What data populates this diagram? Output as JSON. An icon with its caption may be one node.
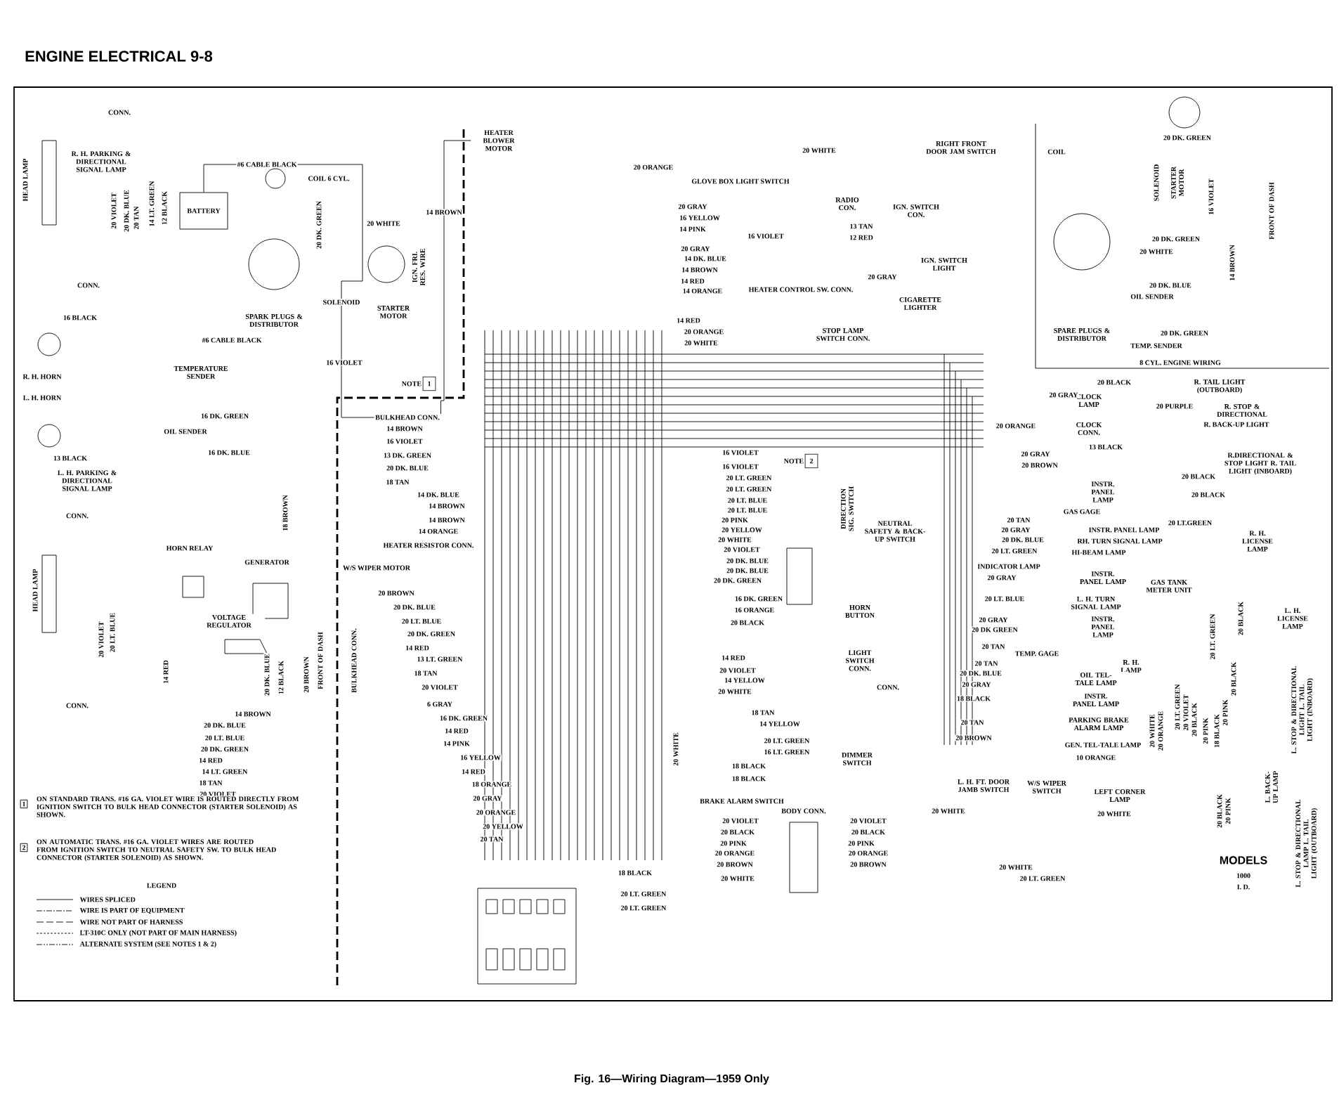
{
  "diagram": {
    "title": "ENGINE ELECTRICAL 9-8",
    "caption": "Fig. 16—Wiring Diagram—1959 Only",
    "nodes": [
      {
        "text": [
          "HEAD LAMP"
        ]
      },
      {
        "text": [
          "CONN."
        ]
      },
      {
        "text": [
          "R. H. PARKING & DIRECTIONAL SIGNAL LAMP"
        ]
      },
      {
        "text": [
          "CONN."
        ]
      },
      {
        "text": [
          "R. H. HORN"
        ]
      },
      {
        "text": [
          "L. H. HORN"
        ]
      },
      {
        "text": [
          "L. H. PARKING & DIRECTIONAL SIGNAL LAMP"
        ]
      },
      {
        "text": [
          "CONN."
        ]
      },
      {
        "text": [
          "BATTERY"
        ]
      },
      {
        "text": [
          "COIL 6 CYL."
        ]
      },
      {
        "text": [
          "SPARK PLUGS & DISTRIBUTOR"
        ]
      },
      {
        "text": [
          "SOLENOID"
        ]
      },
      {
        "text": [
          "STARTER MOTOR"
        ]
      },
      {
        "text": [
          "IGN. FRI. RES. WIRE"
        ]
      },
      {
        "text": [
          "HEATER BLOWER MOTOR"
        ]
      },
      {
        "text": [
          "TEMPERATURE SENDER"
        ]
      },
      {
        "text": [
          "OIL SENDER"
        ]
      },
      {
        "text": [
          "BULKHEAD CONN."
        ]
      },
      {
        "text": [
          "NOTE",
          "1"
        ]
      },
      {
        "text": [
          "HEATER RESISTOR CONN."
        ]
      },
      {
        "text": [
          "W/S WIPER MOTOR"
        ]
      },
      {
        "text": [
          "HORN RELAY"
        ]
      },
      {
        "text": [
          "GENERATOR"
        ]
      },
      {
        "text": [
          "VOLTAGE REGULATOR"
        ]
      },
      {
        "text": [
          "HEAD LAMP"
        ]
      },
      {
        "text": [
          "CONN."
        ]
      },
      {
        "text": [
          "FRONT OF DASH"
        ]
      },
      {
        "text": [
          "BULKHEAD CONN."
        ]
      },
      {
        "text": [
          "GLOVE BOX LIGHT SWITCH"
        ]
      },
      {
        "text": [
          "RIGHT FRONT DOOR JAM SWITCH"
        ]
      },
      {
        "text": [
          "RADIO CON."
        ]
      },
      {
        "text": [
          "IGN. SWITCH CON."
        ]
      },
      {
        "text": [
          "IGN. SWITCH LIGHT"
        ]
      },
      {
        "text": [
          "HEATER CONTROL SW. CONN."
        ]
      },
      {
        "text": [
          "CIGARETTE LIGHTER"
        ]
      },
      {
        "text": [
          "STOP LAMP SWITCH CONN."
        ]
      },
      {
        "text": [
          "NOTE",
          "2"
        ]
      },
      {
        "text": [
          "DIRECTION SIG. SWITCH"
        ]
      },
      {
        "text": [
          "NEUTRAL SAFETY & BACK-UP SWITCH"
        ]
      },
      {
        "text": [
          "HORN BUTTON"
        ]
      },
      {
        "text": [
          "LIGHT SWITCH CONN."
        ]
      },
      {
        "text": [
          "CONN."
        ]
      },
      {
        "text": [
          "DIMMER SWITCH"
        ]
      },
      {
        "text": [
          "BRAKE ALARM SWITCH"
        ]
      },
      {
        "text": [
          "BODY CONN."
        ]
      },
      {
        "text": [
          "L. H. FT. DOOR JAMB SWITCH"
        ]
      },
      {
        "text": [
          "COIL"
        ]
      },
      {
        "text": [
          "SOLENOID"
        ]
      },
      {
        "text": [
          "STARTER MOTOR"
        ]
      },
      {
        "text": [
          "FRONT OF DASH"
        ]
      },
      {
        "text": [
          "SPARE PLUGS & DISTRIBUTOR"
        ]
      },
      {
        "text": [
          "OIL SENDER"
        ]
      },
      {
        "text": [
          "TEMP. SENDER"
        ]
      },
      {
        "text": [
          "CLOCK LAMP"
        ]
      },
      {
        "text": [
          "CLOCK CONN."
        ]
      },
      {
        "text": [
          "INSTR. PANEL LAMP"
        ]
      },
      {
        "text": [
          "GAS GAGE"
        ]
      },
      {
        "text": [
          "INSTR. PANEL LAMP"
        ]
      },
      {
        "text": [
          "RH. TURN SIGNAL LAMP"
        ]
      },
      {
        "text": [
          "HI-BEAM LAMP"
        ]
      },
      {
        "text": [
          "INDICATOR LAMP"
        ]
      },
      {
        "text": [
          "INSTR. PANEL LAMP"
        ]
      },
      {
        "text": [
          "L. H. TURN SIGNAL LAMP"
        ]
      },
      {
        "text": [
          "INSTR. PANEL LAMP"
        ]
      },
      {
        "text": [
          "TEMP. GAGE"
        ]
      },
      {
        "text": [
          "R. H. LAMP"
        ]
      },
      {
        "text": [
          "GAS TANK METER UNIT"
        ]
      },
      {
        "text": [
          "OIL TEL-TALE LAMP"
        ]
      },
      {
        "text": [
          "INSTR. PANEL LAMP"
        ]
      },
      {
        "text": [
          "PARKING BRAKE ALARM LAMP"
        ]
      },
      {
        "text": [
          "GEN. TEL-TALE LAMP"
        ]
      },
      {
        "text": [
          "W/S WIPER SWITCH"
        ]
      },
      {
        "text": [
          "LEFT CORNER LAMP"
        ]
      },
      {
        "text": [
          "R. TAIL LIGHT (OUTBOARD)"
        ]
      },
      {
        "text": [
          "R. STOP & DIRECTIONAL"
        ]
      },
      {
        "text": [
          "R. BACK-UP LIGHT"
        ]
      },
      {
        "text": [
          "R.DIRECTIONAL & STOP LIGHT R. TAIL LIGHT (INBOARD)"
        ]
      },
      {
        "text": [
          "R. H. LICENSE LAMP"
        ]
      },
      {
        "text": [
          "L. H. LICENSE LAMP"
        ]
      },
      {
        "text": [
          "L. STOP & DIRECTIONAL LIGHT L. TAIL LIGHT (INBOARD)"
        ]
      },
      {
        "text": [
          "L. BACK-UP LAMP"
        ]
      },
      {
        "text": [
          "L. STOP & DIRECTIONAL LAMP L. TAIL LIGHT (OUTBOARD)"
        ]
      }
    ],
    "edges": [
      {
        "from": 8,
        "to": 11,
        "arrow": "none",
        "label": "#6 CABLE BLACK"
      },
      {
        "from": 11,
        "to": 17,
        "arrow": "none",
        "label": "16 VIOLET"
      },
      {
        "from": 14,
        "to": 17,
        "arrow": "none",
        "label": "14 BROWN"
      }
    ],
    "labels": [
      "20 VIOLET",
      "20 DK. BLUE",
      "20 TAN",
      "14 LT. GREEN",
      "12 BLACK",
      "16 BLACK",
      "#6 CABLE BLACK",
      "20 DK. GREEN",
      "20 WHITE",
      "16 DK. GREEN",
      "16 DK. BLUE",
      "13 BLACK",
      "14 BROWN",
      "16 VIOLET",
      "13 DK. GREEN",
      "20 DK. BLUE",
      "18 TAN",
      "14 DK. BLUE",
      "14 BROWN",
      "14 BROWN",
      "14 ORANGE",
      "18 BROWN",
      "20 VIOLET",
      "20 LT. BLUE",
      "14 RED",
      "20 DK. BLUE",
      "12 BLACK",
      "20 BROWN",
      "14 BROWN",
      "20 DK. BLUE",
      "20 LT. BLUE",
      "20 DK. GREEN",
      "14 RED",
      "14 LT. GREEN",
      "18 TAN",
      "20 VIOLET",
      "20 WHITE",
      "20 ORANGE",
      "20 GRAY",
      "16 YELLOW",
      "14 PINK",
      "16 VIOLET",
      "13 TAN",
      "12 RED",
      "20 GRAY",
      "14 DK. BLUE",
      "14 BROWN",
      "14 RED",
      "14 ORANGE",
      "20 GRAY",
      "14 RED",
      "20 ORANGE",
      "20 WHITE",
      "16 VIOLET",
      "16 VIOLET",
      "20 LT. GREEN",
      "20 LT. GREEN",
      "20 LT. BLUE",
      "20 LT. BLUE",
      "20 PINK",
      "20 YELLOW",
      "20 WHITE",
      "20 VIOLET",
      "20 DK. BLUE",
      "20 DK. BLUE",
      "20 DK. GREEN",
      "16 DK. GREEN",
      "16 ORANGE",
      "20 BLACK",
      "14 RED",
      "20 VIOLET",
      "14 YELLOW",
      "20 WHITE",
      "18 TAN",
      "14 YELLOW",
      "20 LT. GREEN",
      "16 LT. GREEN",
      "18 BLACK",
      "18 BLACK",
      "20 WHITE",
      "20 BROWN",
      "20 DK. BLUE",
      "20 LT. BLUE",
      "20 DK. GREEN",
      "14 RED",
      "13 LT. GREEN",
      "18 TAN",
      "20 VIOLET",
      "6 GRAY",
      "16 DK. GREEN",
      "14 RED",
      "14 PINK",
      "16 YELLOW",
      "14 RED",
      "18 ORANGE",
      "20 GRAY",
      "20 ORANGE",
      "20 YELLOW",
      "20 TAN",
      "20 VIOLET",
      "20 BLACK",
      "20 PINK",
      "20 ORANGE",
      "20 BROWN",
      "20 WHITE",
      "18 BLACK",
      "20 LT. GREEN",
      "20 LT. GREEN",
      "20 VIOLET",
      "20 BLACK",
      "20 PINK",
      "20 ORANGE",
      "20 BROWN",
      "20 WHITE",
      "20 WHITE",
      "20 LT. GREEN",
      "20 DK. GREEN",
      "16 VIOLET",
      "20 DK. GREEN",
      "20 WHITE",
      "14 BROWN",
      "20 DK. BLUE",
      "20 DK. GREEN",
      "20 BLACK",
      "20 GRAY",
      "20 PURPLE",
      "20 ORANGE",
      "13 BLACK",
      "20 GRAY",
      "20 BROWN",
      "20 BLACK",
      "20 BLACK",
      "20 TAN",
      "20 LT.GREEN",
      "20 GRAY",
      "20 DK. BLUE",
      "20 LT. GREEN",
      "20 GRAY",
      "20 LT. BLUE",
      "20 GRAY",
      "20 DK GREEN",
      "20 TAN",
      "20 TAN",
      "20 DK. BLUE",
      "20 GRAY",
      "18 BLACK",
      "20 TAN",
      "20 BROWN",
      "10 ORANGE",
      "20 WHITE",
      "20 WHITE",
      "20 ORANGE",
      "20 LT. GREEN",
      "20 VIOLET",
      "20 BLACK",
      "20 LT. GREEN",
      "20 PINK",
      "18 BLACK",
      "20 PINK",
      "20 BLACK",
      "20 BLACK",
      "20 BLACK",
      "20 PINK",
      "8 CYL. ENGINE WIRING",
      "1",
      "ON STANDARD TRANS. #16 GA. VIOLET WIRE IS ROUTED DIRECTLY FROM IGNITION SWITCH TO BULK HEAD CONNECTOR (STARTER SOLENOID) AS SHOWN.",
      "2",
      "ON AUTOMATIC TRANS. #16 GA. VIOLET WIRES ARE ROUTED FROM IGNITION SWITCH TO NEUTRAL SAFETY SW. TO BULK HEAD CONNECTOR (STARTER SOLENOID) AS SHOWN.",
      "LEGEND",
      "MODELS",
      "1000",
      "I. D."
    ],
    "legend": [
      {
        "text": "WIRES SPLICED"
      },
      {
        "text": "WIRE IS PART OF EQUIPMENT"
      },
      {
        "text": "WIRE NOT PART OF HARNESS"
      },
      {
        "text": "LT-310C ONLY (NOT PART OF MAIN HARNESS)"
      },
      {
        "text": "ALTERNATE SYSTEM (SEE NOTES 1 & 2)"
      }
    ]
  }
}
